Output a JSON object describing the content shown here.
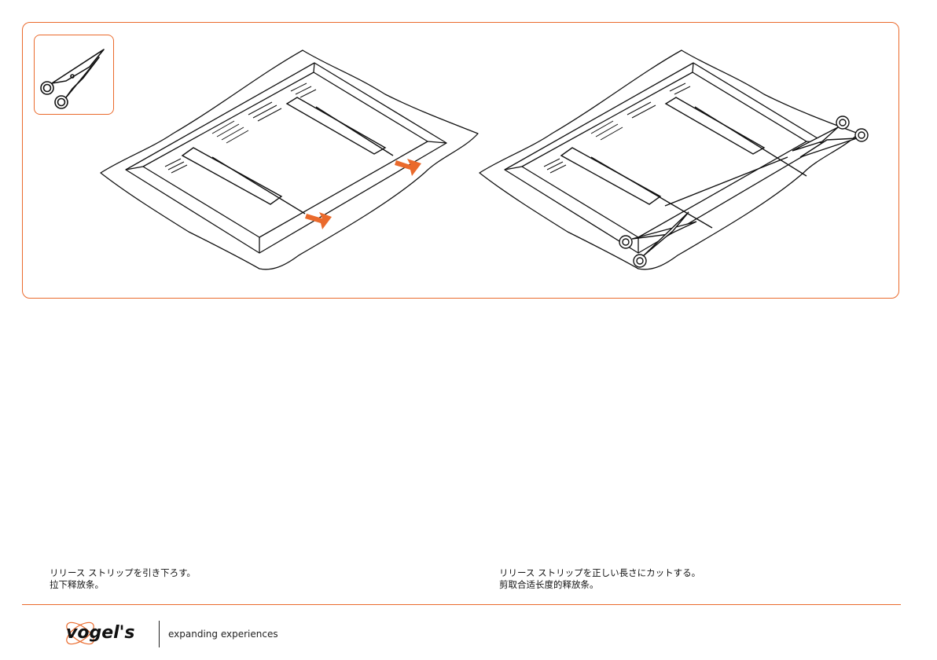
{
  "steps": [
    {
      "caption_ja": "リリース ストリップを引き下ろす。",
      "caption_zh": "拉下释放条。"
    },
    {
      "caption_ja": "リリース ストリップを正しい長さにカットする。",
      "caption_zh": "剪取合适长度的释放条。"
    }
  ],
  "footer": {
    "brand": "vogel's",
    "tagline": "expanding experiences"
  },
  "icons": {
    "tool": "scissors-icon",
    "direction": "arrow-icon"
  },
  "colors": {
    "accent": "#ea6a2c",
    "ink": "#111111"
  }
}
